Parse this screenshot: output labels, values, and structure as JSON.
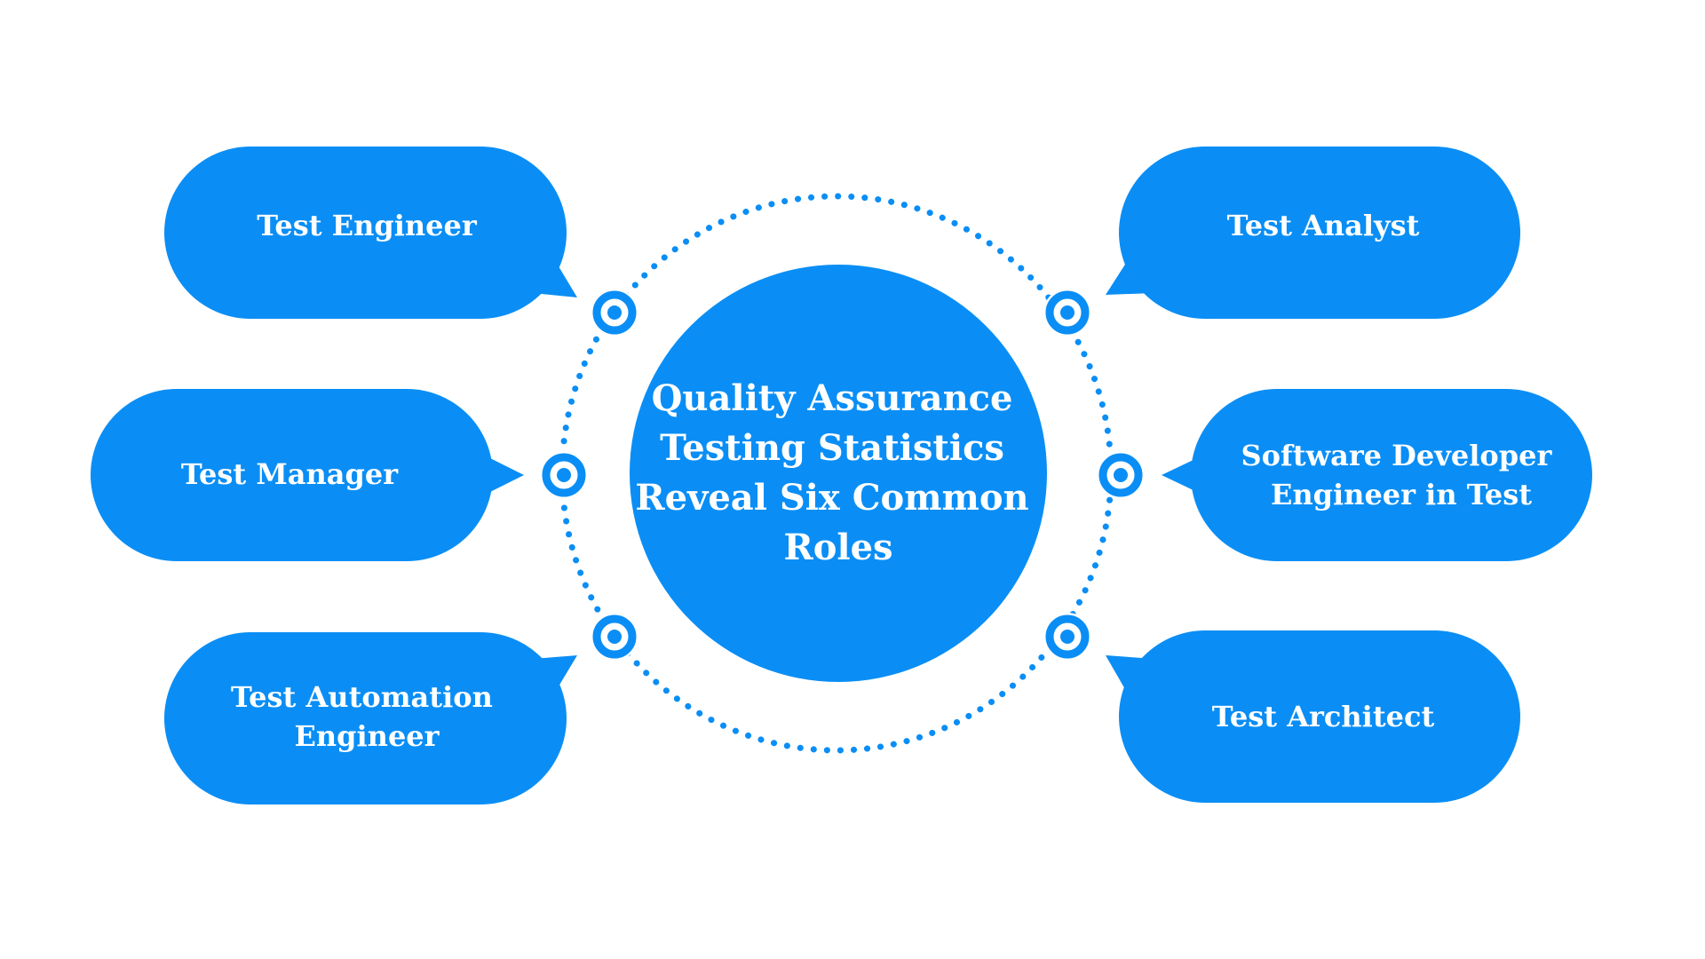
{
  "colors": {
    "primary": "#0a8ef5",
    "background": "#ffffff",
    "text": "#ffffff"
  },
  "center": {
    "lines": [
      "Quality Assurance",
      "Testing Statistics",
      "Reveal Six Common",
      "Roles"
    ]
  },
  "roles": [
    {
      "id": "test-engineer",
      "lines": [
        "Test Engineer"
      ]
    },
    {
      "id": "test-manager",
      "lines": [
        "Test Manager"
      ]
    },
    {
      "id": "test-automation-engineer",
      "lines": [
        "Test Automation",
        "Engineer"
      ]
    },
    {
      "id": "test-analyst",
      "lines": [
        "Test Analyst"
      ]
    },
    {
      "id": "software-developer-engineer-in-test",
      "lines": [
        "Software Developer",
        "Engineer in Test"
      ]
    },
    {
      "id": "test-architect",
      "lines": [
        "Test Architect"
      ]
    }
  ]
}
